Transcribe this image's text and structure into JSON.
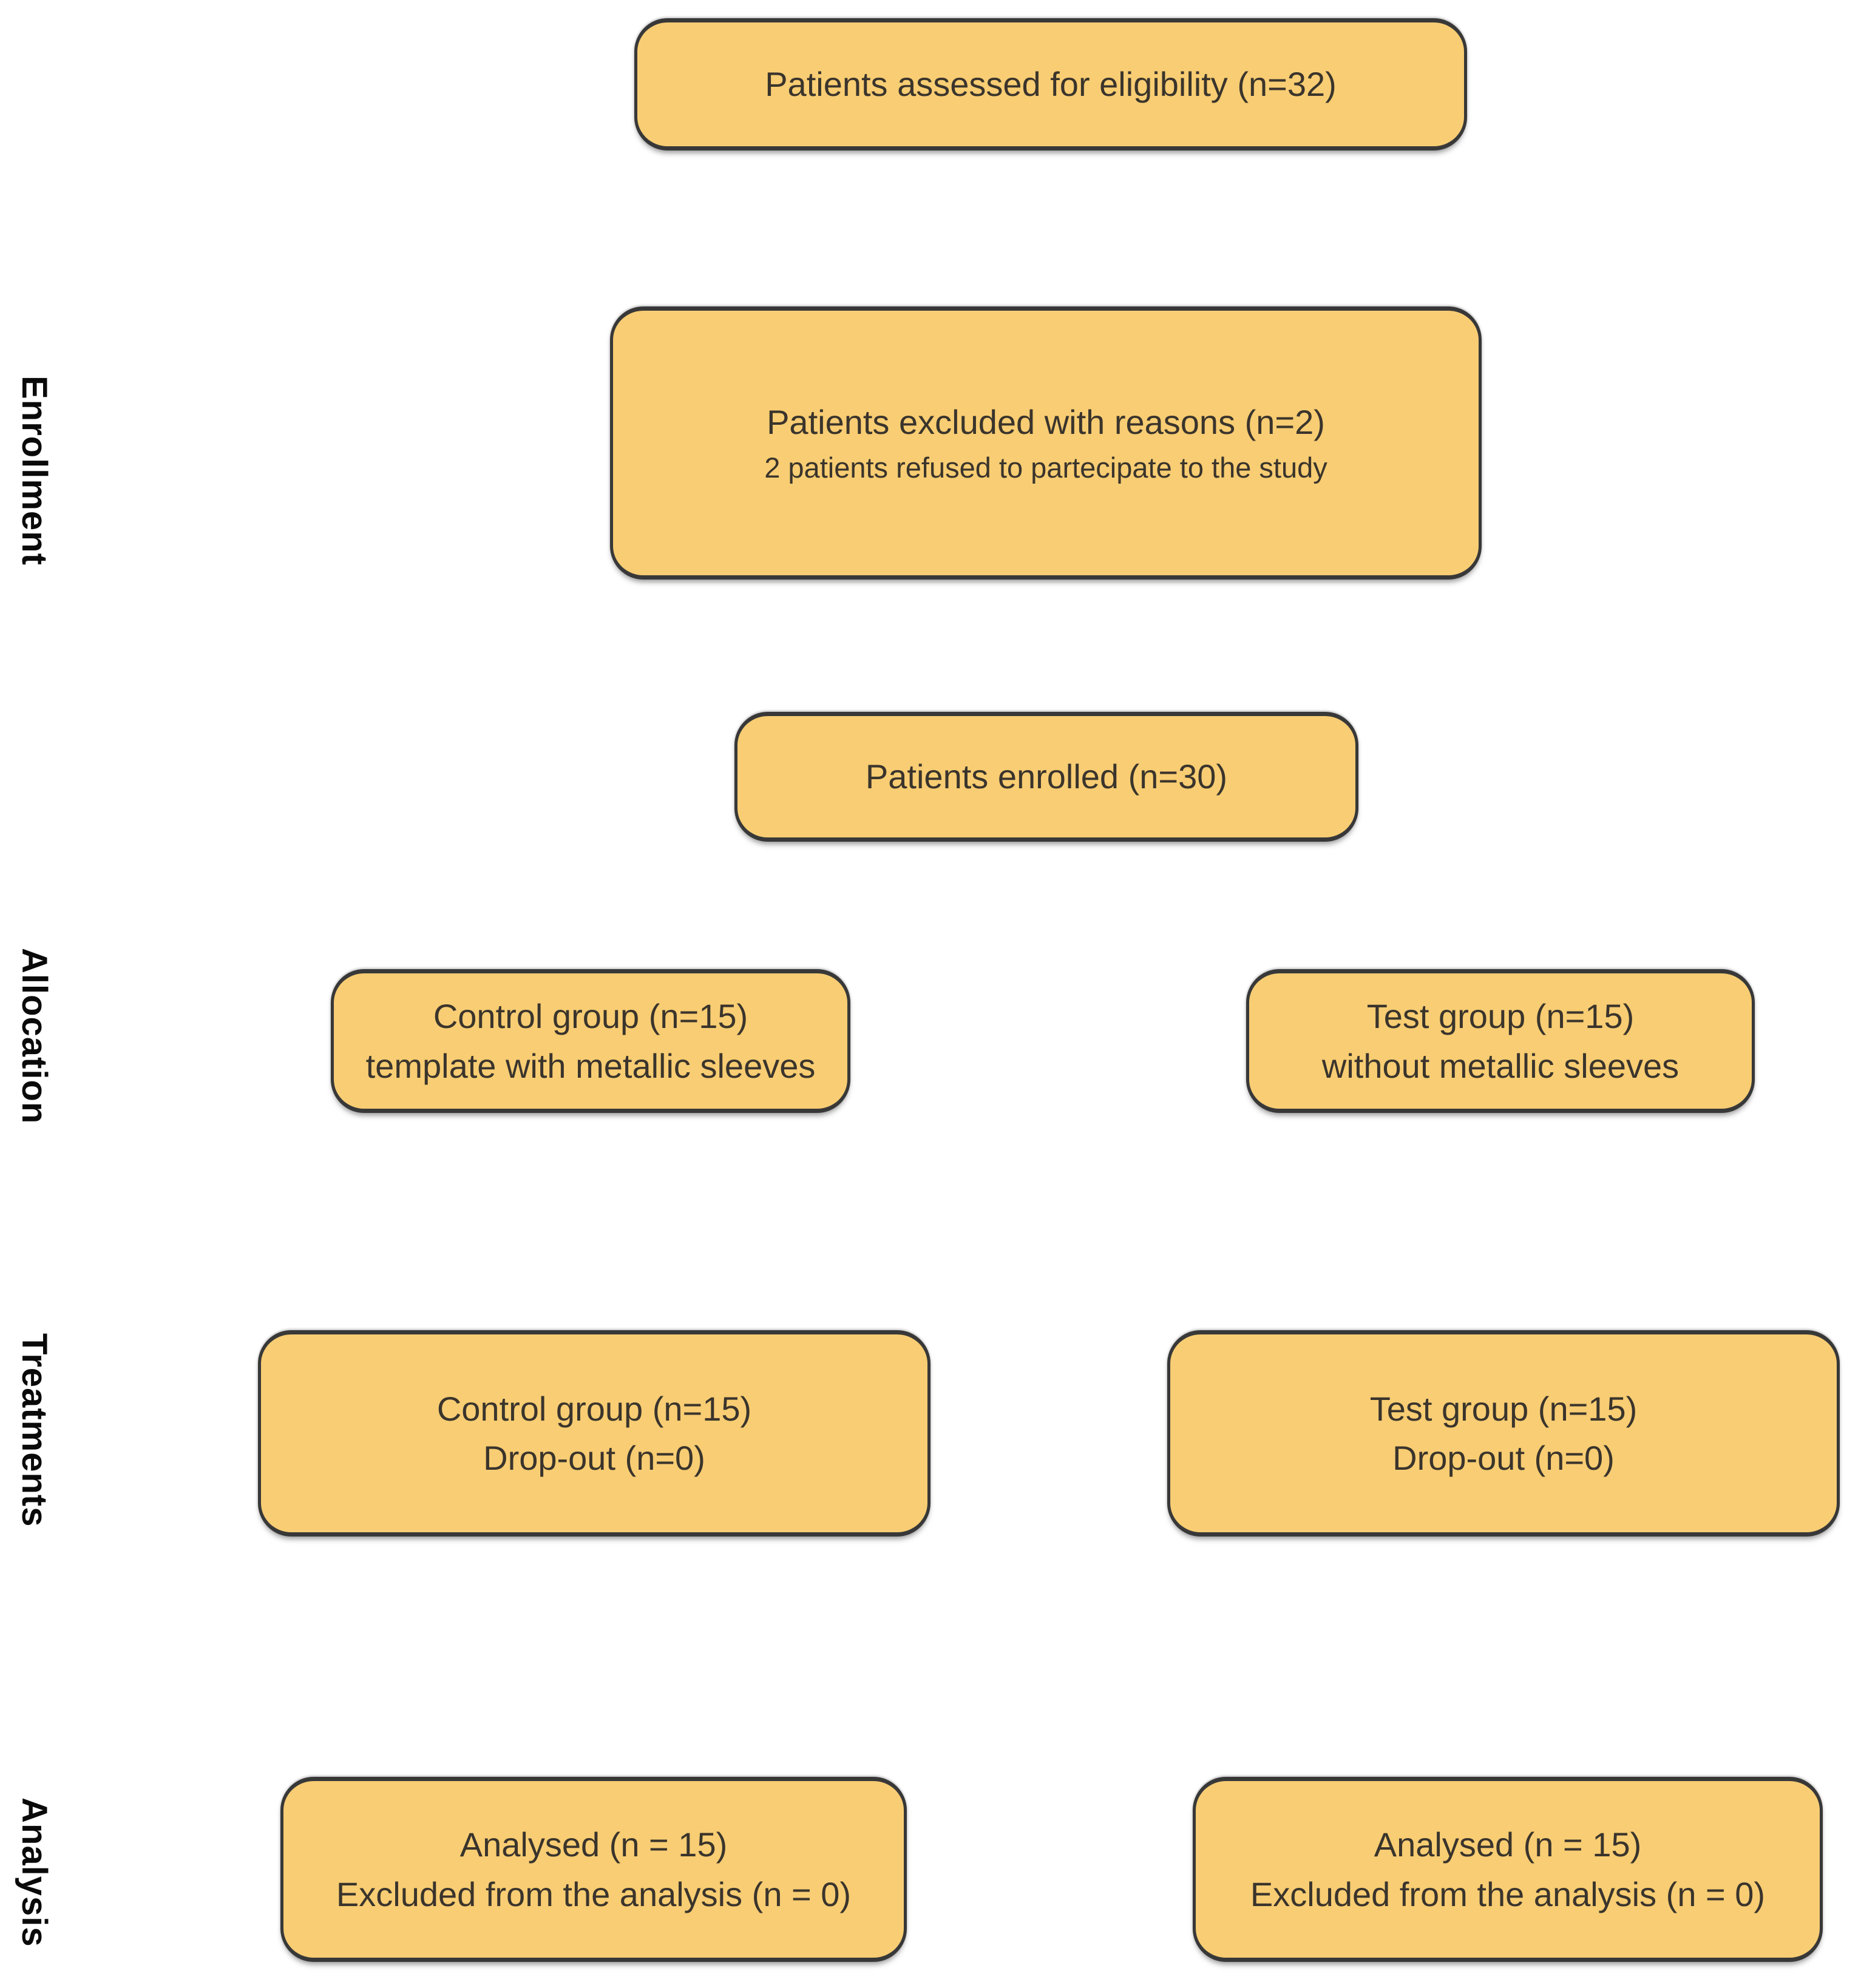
{
  "diagram": {
    "type": "consort-patient-flow",
    "colors": {
      "background": "#FFFFFF",
      "box_fill": "#F8CD73",
      "box_border": "#383838",
      "text": "#3A342C",
      "stage_label": "#0A0A0A"
    },
    "stages": [
      {
        "label": "Enrollment"
      },
      {
        "label": "Allocation"
      },
      {
        "label": "Treatments"
      },
      {
        "label": "Analysis"
      }
    ],
    "boxes": {
      "eligibility": {
        "lines": [
          "Patients assessed for eligibility (n=32)"
        ]
      },
      "excluded": {
        "lines": [
          "Patients excluded with reasons (n=2)",
          "2 patients refused to partecipate to the study"
        ]
      },
      "enrolled": {
        "lines": [
          "Patients enrolled (n=30)"
        ]
      },
      "allocation_control": {
        "lines": [
          "Control group (n=15)",
          "template with metallic sleeves"
        ]
      },
      "allocation_test": {
        "lines": [
          "Test group (n=15)",
          "without metallic sleeves"
        ]
      },
      "treatments_control": {
        "lines": [
          "Control group (n=15)",
          "Drop-out (n=0)"
        ]
      },
      "treatments_test": {
        "lines": [
          "Test group (n=15)",
          "Drop-out (n=0)"
        ]
      },
      "analysis_control": {
        "lines": [
          "Analysed (n = 15)",
          "Excluded from the analysis (n = 0)"
        ]
      },
      "analysis_test": {
        "lines": [
          "Analysed (n = 15)",
          "Excluded from the analysis (n = 0)"
        ]
      }
    }
  }
}
